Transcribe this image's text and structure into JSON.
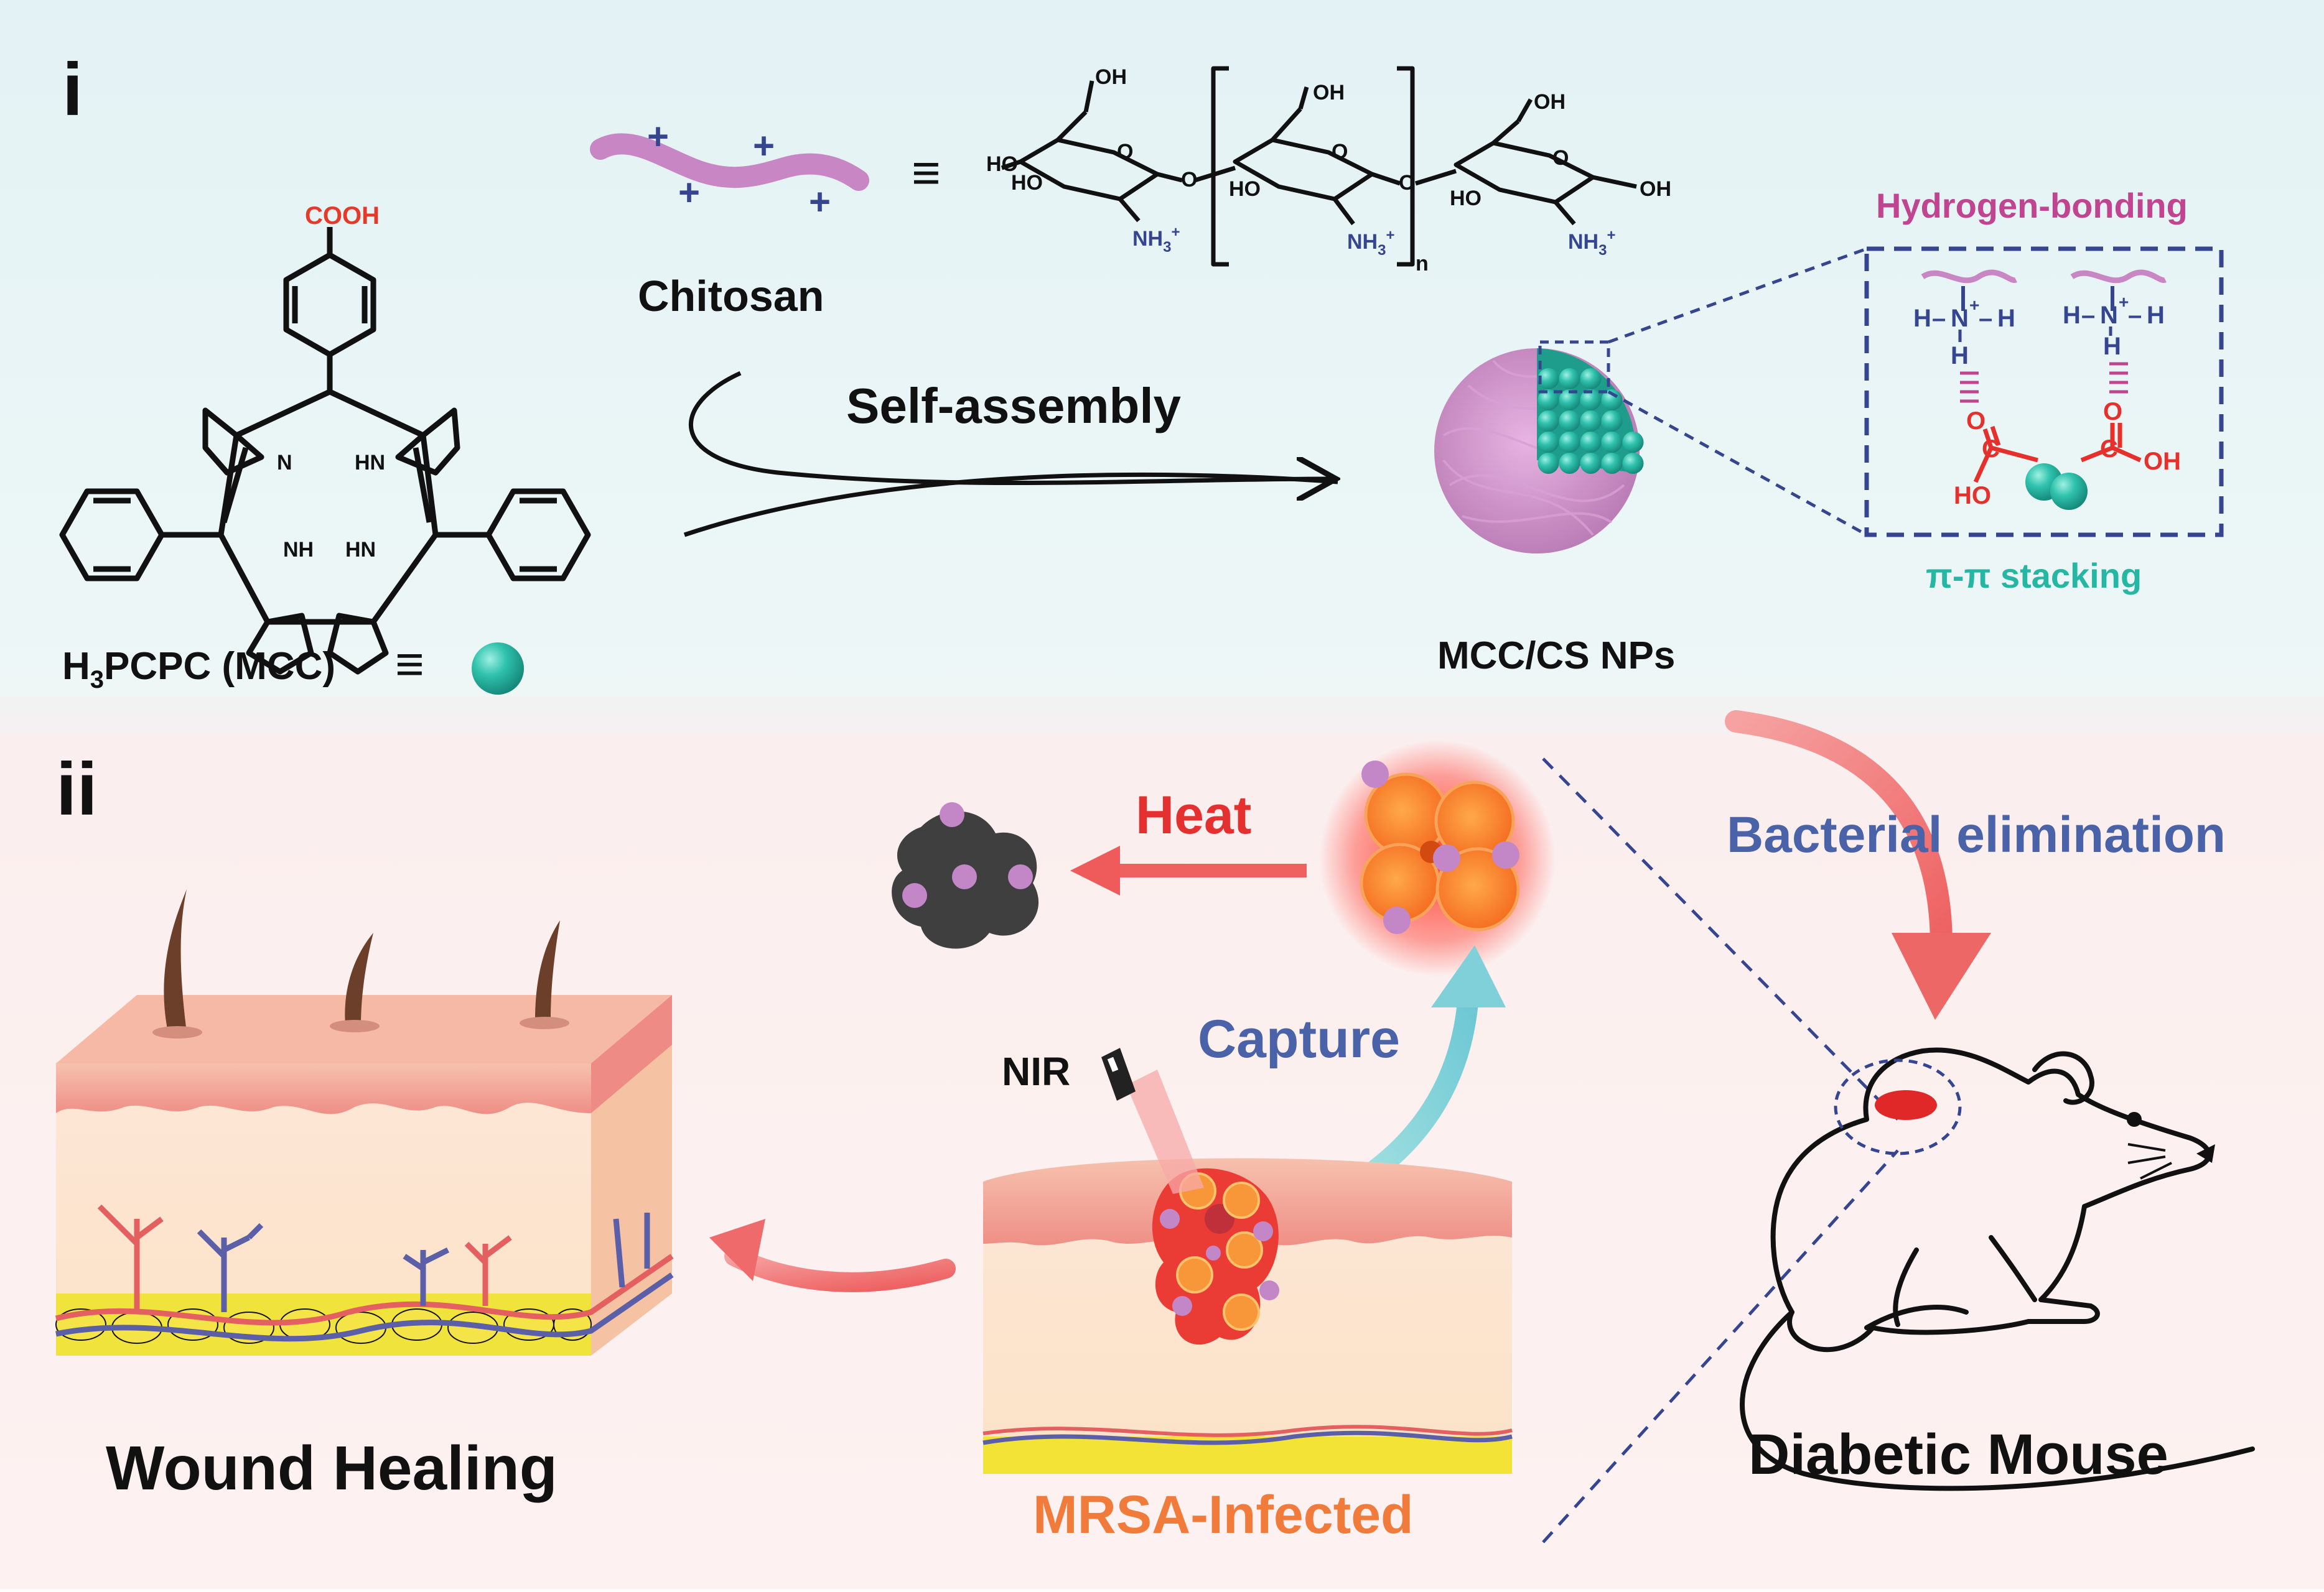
{
  "panels": {
    "panel_i": "i",
    "panel_ii": "ii"
  },
  "molecules": {
    "cooh": "COOH",
    "porphyrin_n": "N",
    "porphyrin_hn": "HN",
    "porphyrin_nh": "NH",
    "mcc_label_prefix": "H",
    "mcc_label_sub": "3",
    "mcc_label_rest": "PCPC (MCC)",
    "equiv": "≡",
    "chitosan": "Chitosan",
    "oh": "OH",
    "ho": "HO",
    "nh3": "NH",
    "nh3_sub": "3",
    "nh3_sup": "+",
    "o": "O",
    "repeat_n": "n"
  },
  "assembly": {
    "self_assembly": "Self-assembly",
    "nps_label": "MCC/CS NPs",
    "hydrogen_bonding": "Hydrogen-bonding",
    "pi_stacking": "π-π stacking",
    "h": "H",
    "n": "N",
    "plus": "+",
    "o": "O",
    "c": "C",
    "oh": "OH",
    "ho": "HO"
  },
  "therapy": {
    "heat": "Heat",
    "capture": "Capture",
    "nir": "NIR",
    "bacterial_elimination": "Bacterial elimination",
    "wound_healing": "Wound Healing",
    "mrsa_infected": "MRSA-Infected",
    "diabetic_mouse": "Diabetic Mouse"
  },
  "colors": {
    "top_bg": "#e6f4f6",
    "bottom_bg": "#fdeeee",
    "teal": "#25b7a3",
    "pink_chain": "#c985c6",
    "navy": "#35458f",
    "magenta": "#c0448f",
    "red": "#e03030",
    "orange": "#f07b3a",
    "skin": "#f3b0a0",
    "fat": "#f0e23c",
    "blue_text": "#4a62a8"
  },
  "icons": {
    "sphere": "teal-sphere-icon",
    "laser": "nir-laser-icon",
    "mouse": "mouse-outline-icon"
  }
}
